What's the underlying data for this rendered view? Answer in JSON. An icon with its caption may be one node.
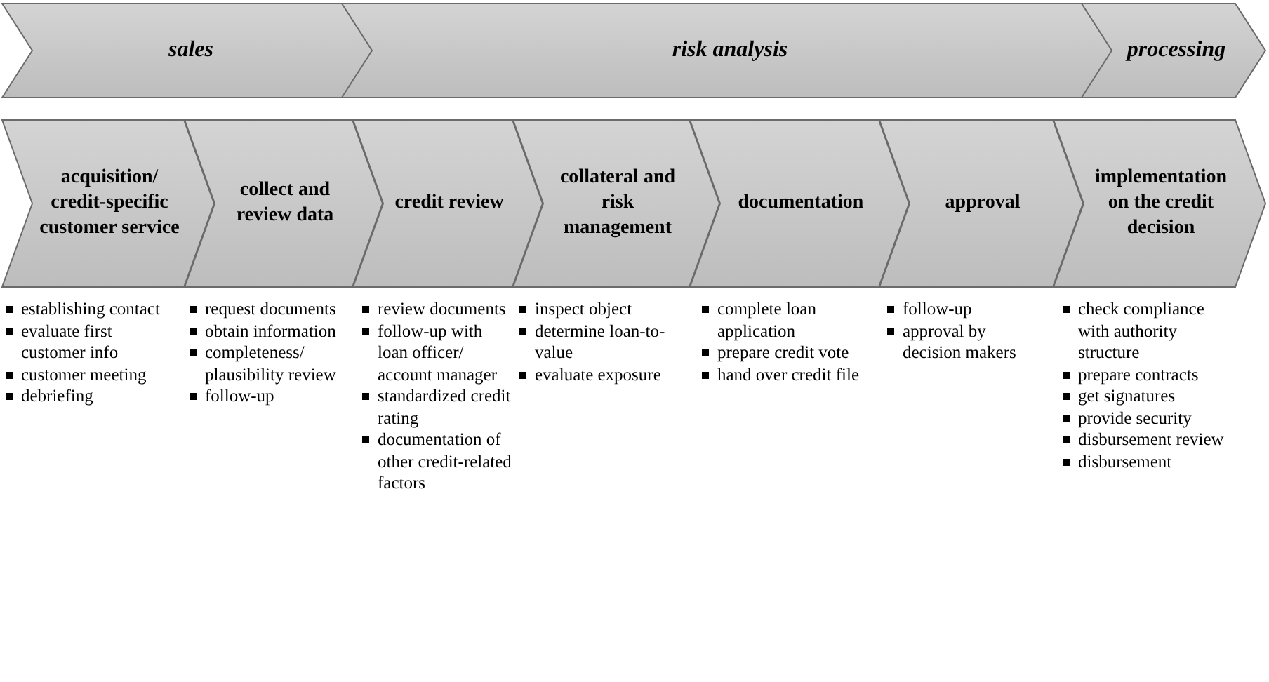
{
  "diagram": {
    "nodes": [
      {
        "text": [
          "sales"
        ]
      },
      {
        "text": [
          "risk analysis"
        ]
      },
      {
        "text": [
          "processing"
        ]
      },
      {
        "text": [
          "acquisition/ credit-specific customer service"
        ],
        "beside": [
          "establishing contact",
          "evaluate first customer info",
          "customer meeting",
          "debriefing"
        ]
      },
      {
        "text": [
          "collect and review data"
        ],
        "beside": [
          "request documents",
          "obtain information",
          "completeness/ plausibility review",
          "follow-up"
        ]
      },
      {
        "text": [
          "credit review"
        ],
        "beside": [
          "review documents",
          "follow-up with loan officer/ account manager",
          "standardized credit rating",
          "documentation of other credit-related factors"
        ]
      },
      {
        "text": [
          "collateral and risk management"
        ],
        "beside": [
          "inspect object",
          "determine loan-to-value",
          "evaluate exposure"
        ]
      },
      {
        "text": [
          "documentation"
        ],
        "beside": [
          "complete loan application",
          "prepare credit vote",
          "hand over credit file"
        ]
      },
      {
        "text": [
          "approval"
        ],
        "beside": [
          "follow-up",
          "approval by decision makers"
        ]
      },
      {
        "text": [
          "implementation on the credit decision"
        ],
        "beside": [
          "check compliance with authority structure",
          "prepare contracts",
          "get signatures",
          "provide security",
          "disbursement review",
          "disbursement"
        ]
      }
    ]
  }
}
